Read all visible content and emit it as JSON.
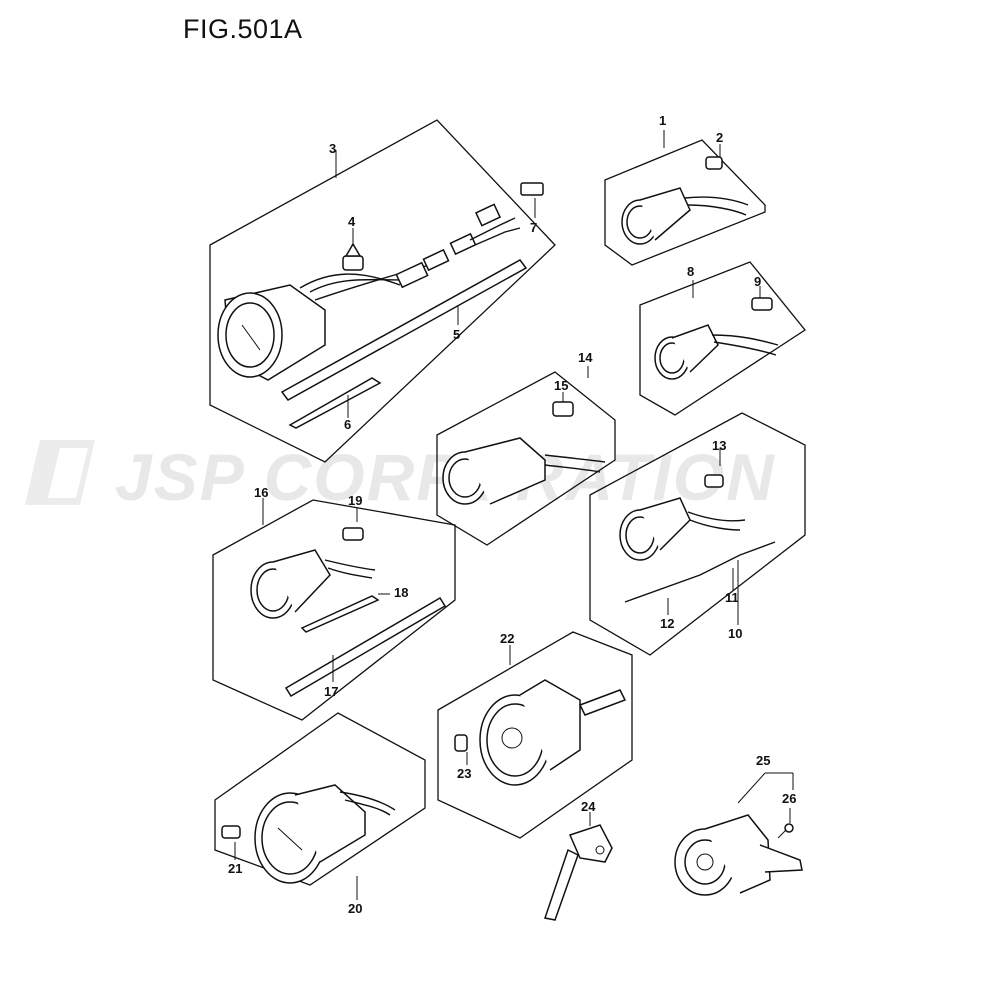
{
  "figure": {
    "title": "FIG.501A"
  },
  "watermark": {
    "text": "JSP CORPORATION"
  },
  "callouts": {
    "n1": "1",
    "n2": "2",
    "n3": "3",
    "n4": "4",
    "n5": "5",
    "n6": "6",
    "n7": "7",
    "n8": "8",
    "n9": "9",
    "n10": "10",
    "n11": "11",
    "n12": "12",
    "n13": "13",
    "n14": "14",
    "n15": "15",
    "n16": "16",
    "n17": "17",
    "n18": "18",
    "n19": "19",
    "n20": "20",
    "n21": "21",
    "n22": "22",
    "n23": "23",
    "n24": "24",
    "n25": "25",
    "n26": "26"
  },
  "colors": {
    "line": "#111111",
    "watermark": "#e8e8e8",
    "background": "#ffffff"
  }
}
